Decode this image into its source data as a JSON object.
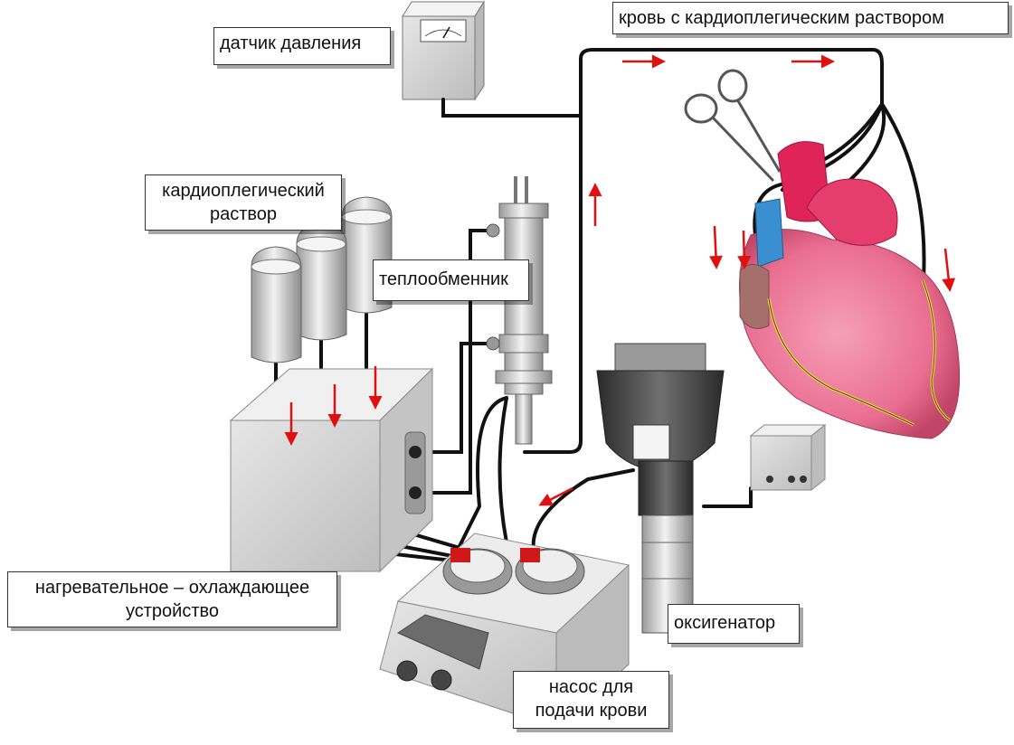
{
  "labels": {
    "pressure_sensor": "датчик давления",
    "blood_cardioplegia": "кровь с кардиоплегическим раствором",
    "cardioplegic_solution_line1": "кардиоплегический",
    "cardioplegic_solution_line2": "раствор",
    "heat_exchanger": "теплообменник",
    "heater_cooler_line1": "нагревательное – охлаждающее",
    "heater_cooler_line2": "устройство",
    "oxygenator": "оксигенатор",
    "pump_line1": "насос для",
    "pump_line2": "подачи крови"
  },
  "colors": {
    "tube": "#111111",
    "arrow": "#e01010",
    "metal_light": "#d8d8d8",
    "metal_dark": "#8c8c8c",
    "heart_pink": "#f07a9c",
    "heart_dark": "#c24a6a",
    "aorta_red": "#e0245a",
    "vein_blue": "#3a8fd0",
    "coronary_yellow": "#f4e24a",
    "pump_red": "#d01818"
  }
}
